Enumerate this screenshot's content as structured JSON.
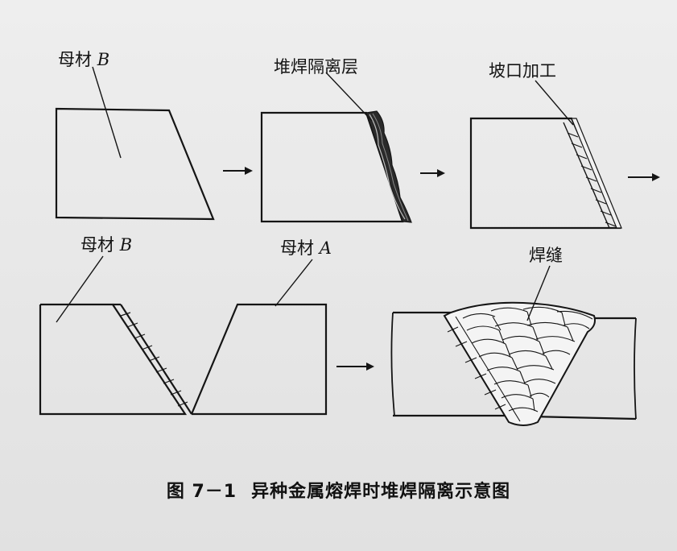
{
  "labels": {
    "base_metal_b": "母材",
    "base_metal_b_var": "B",
    "base_metal_a": "母材",
    "base_metal_a_var": "A",
    "buildup_layer": "堆焊隔离层",
    "groove_machining": "坡口加工",
    "weld": "焊缝"
  },
  "caption": {
    "number": "图 7－1",
    "title": "异种金属熔焊时堆焊隔离示意图"
  }
}
